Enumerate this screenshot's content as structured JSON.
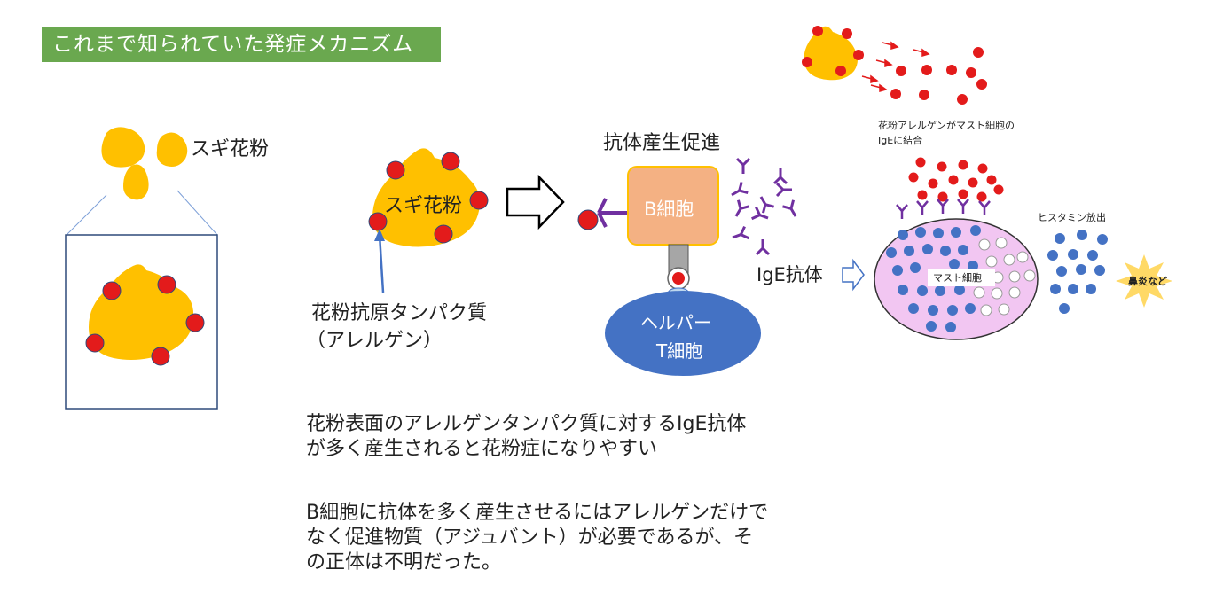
{
  "banner": {
    "title": "これまで知られていた発症メカニズム"
  },
  "labels": {
    "sugi_pollen_top": "スギ花粉",
    "sugi_pollen_center": "スギ花粉",
    "antigen_line1": "花粉抗原タンパク質",
    "antigen_line2": "（アレルゲン）",
    "antibody_promotion": "抗体産生促進",
    "b_cell": "B細胞",
    "helper_line1": "ヘルパー",
    "helper_line2": "T細胞",
    "ige_antibody": "IgE抗体",
    "mast_binding_line1": "花粉アレルゲンがマスト細胞の",
    "mast_binding_line2": "IgEに結合",
    "histamine_release": "ヒスタミン放出",
    "mast_cell": "マスト細胞",
    "nasal": "鼻炎など"
  },
  "paragraph1": {
    "line1": "花粉表面のアレルゲンタンパク質に対するIgE抗体",
    "line2": "が多く産生されると花粉症になりやすい"
  },
  "paragraph2": {
    "line1": "B細胞に抗体を多く産生させるにはアレルゲンだけで",
    "line2": "なく促進物質（アジュバント）が必要であるが、そ",
    "line3": "の正体は不明だった。"
  },
  "colors": {
    "banner": "#6aa84f",
    "pollen": "#ffc000",
    "allergen": "#e31b1b",
    "b_cell": "#f4b183",
    "helper_t_cell": "#4472c4",
    "mast_cell": "#f2c6f2",
    "histamine": "#4472c4",
    "antibody": "#7030a0",
    "arrow": "#4472c4"
  },
  "icons": {
    "process_arrow": "hollow-right-arrow-icon",
    "antibody": "y-antibody-icon",
    "burst": "star-burst-icon"
  }
}
